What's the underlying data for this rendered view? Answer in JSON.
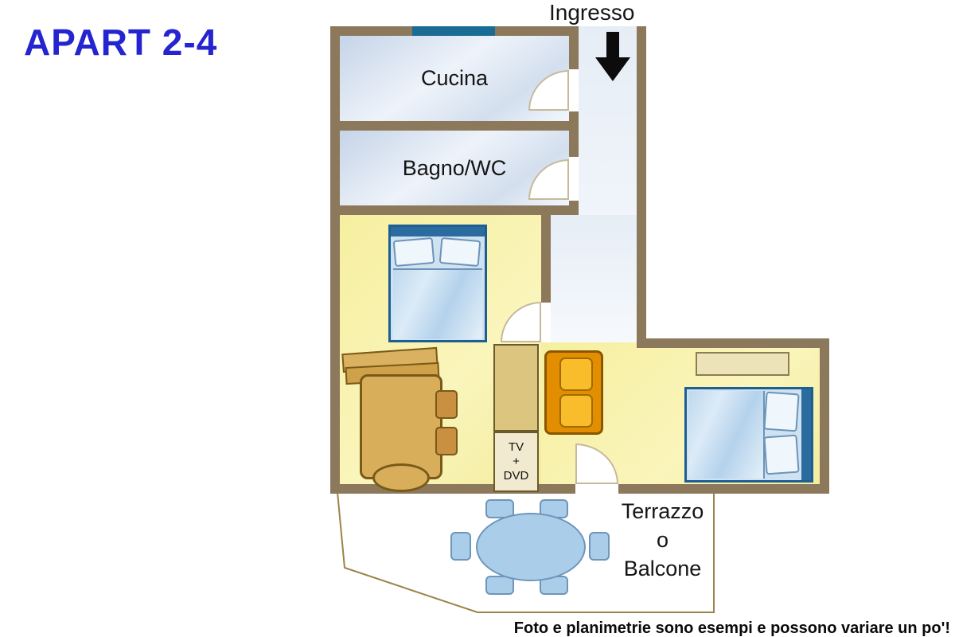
{
  "title": "APART 2-4",
  "footer": "Foto e planimetrie sono esempi e possono variare un po'!",
  "plan": {
    "entrance_label": "Ingresso",
    "entrance_arrow_icon": "down-arrow",
    "window_icon": "window-marker",
    "rooms": {
      "cucina": "Cucina",
      "bagno": "Bagno/WC"
    },
    "terrace_label": [
      "Terrazzo",
      "o",
      "Balcone"
    ],
    "tv_cabinet_label": [
      "TV",
      "+",
      "DVD"
    ]
  },
  "colors": {
    "title_blue": "#2424d0",
    "wall_brown": "#8c785a",
    "room_blue": "#dce6f2",
    "corridor_pale_blue": "#e9f0f8",
    "room_yellow": "#f7f1a4",
    "bed_frame_blue": "#1d5e93",
    "bed_linen_blue": "#cfe2f2",
    "furniture_tan": "#d9ae5a",
    "sofa_orange": "#e28e00",
    "terrace_furniture_blue": "#aacdea",
    "terrace_outline": "#9a8448",
    "window_teal": "#1a6c94",
    "text_black": "#111111"
  }
}
